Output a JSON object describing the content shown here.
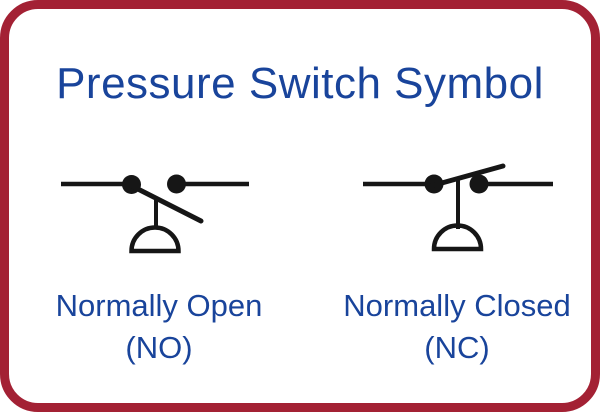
{
  "card": {
    "title": "Pressure Switch Symbol"
  },
  "colors": {
    "border": "#A32134",
    "blue": "#19449B",
    "symbol": "#161616",
    "background": "#FFFFFF"
  },
  "symbols": [
    {
      "id": "normally-open",
      "state": "open",
      "label": "Normally Open",
      "abbreviation": "(NO)"
    },
    {
      "id": "normally-closed",
      "state": "closed",
      "label": "Normally Closed",
      "abbreviation": "(NC)"
    }
  ]
}
